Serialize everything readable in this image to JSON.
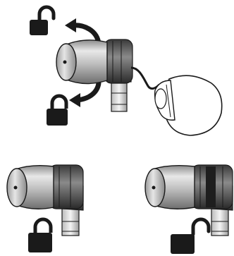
{
  "diagram": {
    "panels": [
      {
        "name": "rotate-to-lock-or-unlock",
        "icons": [
          "lock-open-icon",
          "lock-closed-icon"
        ],
        "arrows": [
          "curved-arrow-counterclockwise",
          "curved-arrow-clockwise"
        ]
      },
      {
        "name": "locked-position",
        "icon": "lock-closed-icon"
      },
      {
        "name": "unlocked-position",
        "icon": "lock-open-icon"
      }
    ],
    "colors": {
      "outline": "#1a1a1a",
      "body_light": "#d9d9d9",
      "body_mid": "#a6a6a6",
      "body_dark": "#5a5a5a",
      "collar": "#2b2b2b",
      "background": "#ffffff"
    }
  }
}
